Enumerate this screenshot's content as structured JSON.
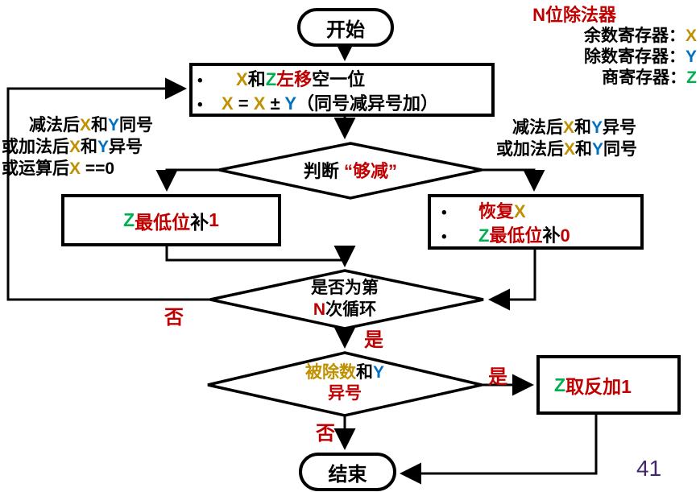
{
  "colors": {
    "black": "#000000",
    "gold": "#BF9000",
    "blue": "#0070C0",
    "green": "#00B050",
    "red": "#C00000",
    "purple": "#44276b"
  },
  "header": {
    "title": "N位除法器",
    "registers": [
      {
        "segments": [
          {
            "t": "余数寄存器：",
            "c": "black"
          },
          {
            "t": "X",
            "c": "gold"
          }
        ]
      },
      {
        "segments": [
          {
            "t": "除数寄存器：",
            "c": "black"
          },
          {
            "t": "Y",
            "c": "blue"
          }
        ]
      },
      {
        "segments": [
          {
            "t": "商寄存器：",
            "c": "black"
          },
          {
            "t": "Z",
            "c": "green"
          }
        ]
      }
    ]
  },
  "flow": {
    "start": "开始",
    "end": "结束",
    "bullet": "•",
    "shift_box": {
      "line1": [
        {
          "t": "X",
          "c": "gold"
        },
        {
          "t": "和",
          "c": "black"
        },
        {
          "t": "Z",
          "c": "green"
        },
        {
          "t": "左移",
          "c": "red"
        },
        {
          "t": "空一位",
          "c": "black"
        }
      ],
      "line2": [
        {
          "t": "X",
          "c": "gold"
        },
        {
          "t": " = ",
          "c": "black"
        },
        {
          "t": "X",
          "c": "gold"
        },
        {
          "t": " ± ",
          "c": "black"
        },
        {
          "t": "Y",
          "c": "blue"
        },
        {
          "t": "（同号减异号加）",
          "c": "black"
        }
      ]
    },
    "cond_enough": [
      {
        "t": "判断",
        "c": "black"
      },
      {
        "t": " “够减”",
        "c": "red"
      }
    ],
    "left_note": {
      "line1": [
        {
          "t": "减法后",
          "c": "black"
        },
        {
          "t": "X",
          "c": "gold"
        },
        {
          "t": "和",
          "c": "black"
        },
        {
          "t": "Y",
          "c": "blue"
        },
        {
          "t": "同号",
          "c": "black"
        }
      ],
      "line2": [
        {
          "t": "或加法后",
          "c": "black"
        },
        {
          "t": "X",
          "c": "gold"
        },
        {
          "t": "和",
          "c": "black"
        },
        {
          "t": "Y",
          "c": "blue"
        },
        {
          "t": "异号",
          "c": "black"
        }
      ],
      "line3": [
        {
          "t": "或运算后",
          "c": "black"
        },
        {
          "t": "X",
          "c": "gold"
        },
        {
          "t": " ==0",
          "c": "black"
        }
      ]
    },
    "right_note": {
      "line1": [
        {
          "t": "减法后",
          "c": "black"
        },
        {
          "t": "X",
          "c": "gold"
        },
        {
          "t": "和",
          "c": "black"
        },
        {
          "t": "Y",
          "c": "blue"
        },
        {
          "t": "异号",
          "c": "black"
        }
      ],
      "line2": [
        {
          "t": "或加法后",
          "c": "black"
        },
        {
          "t": "X",
          "c": "gold"
        },
        {
          "t": "和",
          "c": "black"
        },
        {
          "t": "Y",
          "c": "blue"
        },
        {
          "t": "同号",
          "c": "black"
        }
      ]
    },
    "set_one_box": [
      {
        "t": "Z",
        "c": "green"
      },
      {
        "t": "最低位",
        "c": "red"
      },
      {
        "t": "补",
        "c": "black"
      },
      {
        "t": "1",
        "c": "red"
      }
    ],
    "restore_box": {
      "line1": [
        {
          "t": "恢复",
          "c": "red"
        },
        {
          "t": "X",
          "c": "gold"
        }
      ],
      "line2": [
        {
          "t": "Z",
          "c": "green"
        },
        {
          "t": "最低位",
          "c": "red"
        },
        {
          "t": "补",
          "c": "black"
        },
        {
          "t": "0",
          "c": "red"
        }
      ]
    },
    "cond_loop": {
      "line1": [
        {
          "t": "是否为第",
          "c": "black"
        }
      ],
      "line2": [
        {
          "t": "N",
          "c": "red"
        },
        {
          "t": "次循环",
          "c": "black"
        }
      ]
    },
    "cond_sign": {
      "line1": [
        {
          "t": "被除数",
          "c": "gold"
        },
        {
          "t": "和",
          "c": "black"
        },
        {
          "t": "Y",
          "c": "blue"
        }
      ],
      "line2": [
        {
          "t": "异号",
          "c": "red"
        }
      ]
    },
    "negate_box": [
      {
        "t": "Z",
        "c": "green"
      },
      {
        "t": "取反加1",
        "c": "red"
      }
    ],
    "labels": {
      "no_loop": "否",
      "yes_loop": "是",
      "yes_sign": "是",
      "no_sign": "否"
    }
  },
  "page_number": "41"
}
